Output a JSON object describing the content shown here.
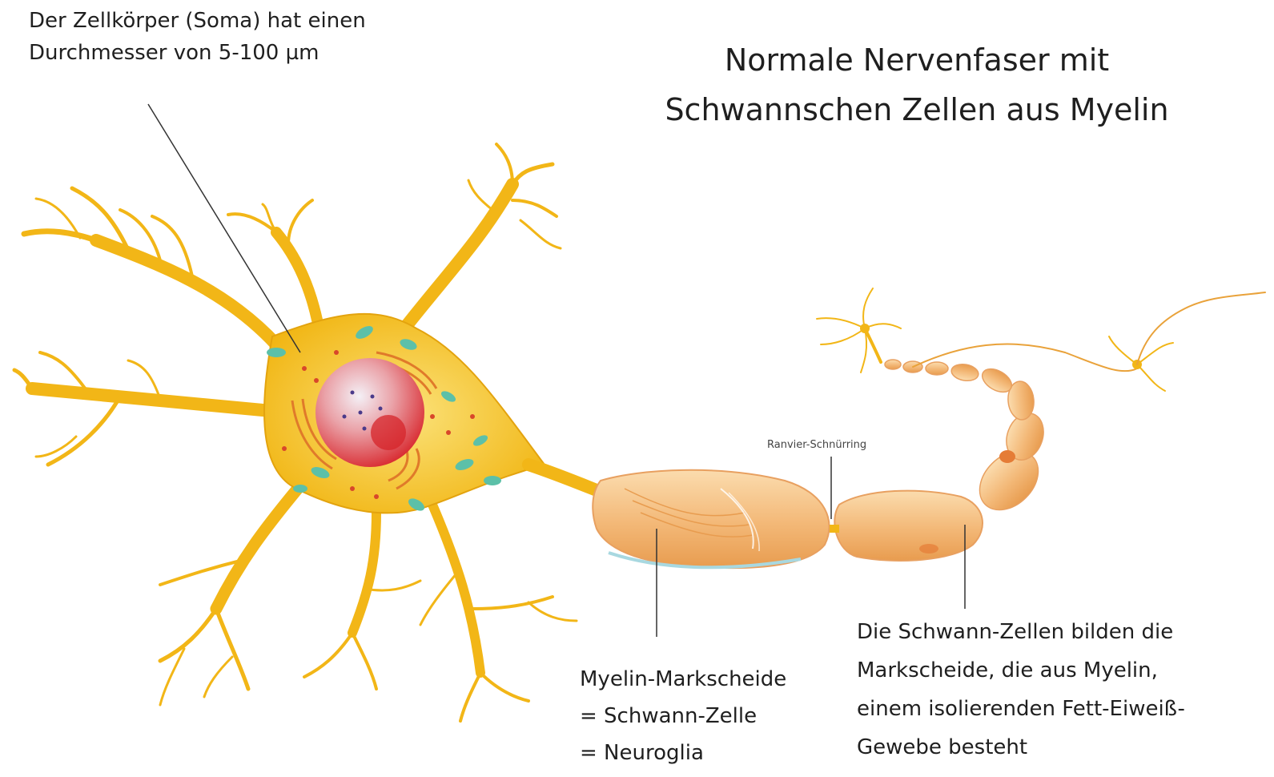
{
  "title": {
    "line1": "Normale Nervenfaser mit",
    "line2": "Schwannschen Zellen aus Myelin"
  },
  "labels": {
    "soma": {
      "line1": "Der Zellkörper (Soma) hat einen",
      "line2": "Durchmesser von 5-100 µm"
    },
    "ranvier": "Ranvier-Schnürring",
    "myelin": {
      "line1": "Myelin-Markscheide",
      "line2": "= Schwann-Zelle",
      "line3": "= Neuroglia"
    },
    "schwann": {
      "line1": "Die Schwann-Zellen bilden die",
      "line2": "Markscheide, die aus Myelin,",
      "line3": "einem isolierenden Fett-Eiweiß-",
      "line4": "Gewebe besteht"
    }
  },
  "colors": {
    "cell_body": "#f6c21c",
    "dendrite": "#f2b617",
    "nucleus": "#e23a3a",
    "myelin": "#f6c98a",
    "mitochondria": "#5cc0a8",
    "leader_line": "#333333"
  }
}
